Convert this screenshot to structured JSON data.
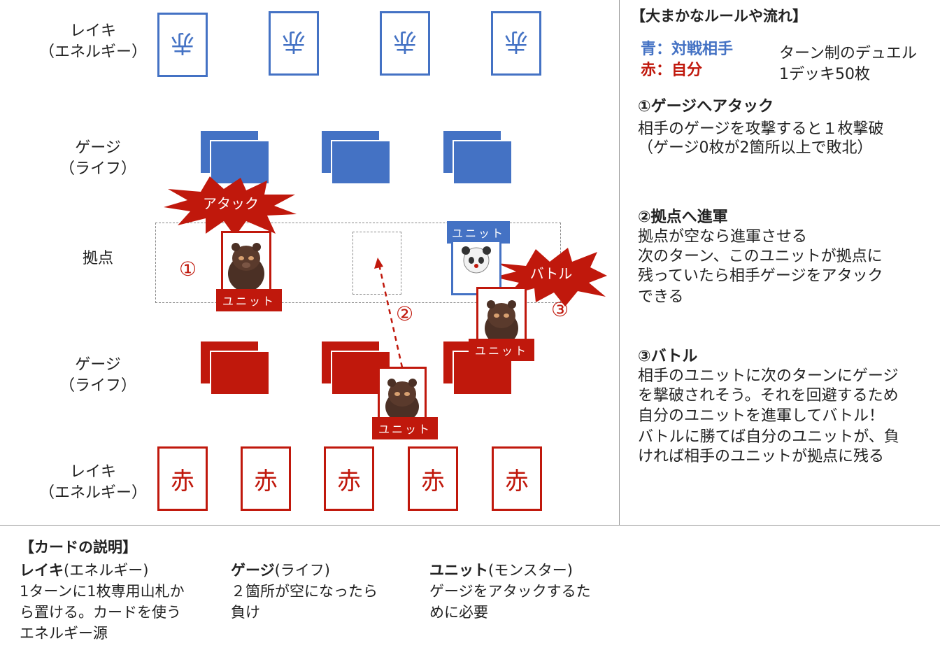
{
  "labels": {
    "reiki": "レイキ",
    "energy": "（エネルギー）",
    "gauge": "ゲージ",
    "life": "（ライフ）",
    "base": "拠点"
  },
  "opponent_card_char": "赤",
  "player_card_char": "赤",
  "unit_label": "ユニット",
  "attack_label": "アタック",
  "battle_label": "バトル",
  "markers": [
    "①",
    "②",
    "③"
  ],
  "rules": {
    "title": "【大まかなルールや流れ】",
    "blue_legend": "青：対戦相手",
    "red_legend": "赤：自分",
    "format_line1": "ターン制のデュエル",
    "format_line2": "1デッキ50枚",
    "s1_title": "①ゲージへアタック",
    "s1_line1": "相手のゲージを攻撃すると１枚撃破",
    "s1_line2": "（ゲージ0枚が2箇所以上で敗北）",
    "s2_title": "②拠点へ進軍",
    "s2_line1": "拠点が空なら進軍させる",
    "s2_line2": "次のターン、このユニットが拠点に",
    "s2_line3": "残っていたら相手ゲージをアタック",
    "s2_line4": "できる",
    "s3_title": "③バトル",
    "s3_line1": "相手のユニットに次のターンにゲージ",
    "s3_line2": "を撃破されそう。それを回避するため",
    "s3_line3": "自分のユニットを進軍してバトル！",
    "s3_line4": "バトルに勝てば自分のユニットが、負",
    "s3_line5": "ければ相手のユニットが拠点に残る"
  },
  "card_desc": {
    "title": "【カードの説明】",
    "reiki_name": "レイキ",
    "reiki_sub": "(エネルギー)",
    "reiki_line1": "1ターンに1枚専用山札か",
    "reiki_line2": "ら置ける。カードを使う",
    "reiki_line3": "エネルギー源",
    "gauge_name": "ゲージ",
    "gauge_sub": "(ライフ)",
    "gauge_line1": "２箇所が空になったら",
    "gauge_line2": "負け",
    "unit_name": "ユニット",
    "unit_sub": "(モンスター)",
    "unit_line1": "ゲージをアタックするた",
    "unit_line2": "めに必要"
  },
  "colors": {
    "blue": "#4472c4",
    "red": "#c0180c"
  }
}
